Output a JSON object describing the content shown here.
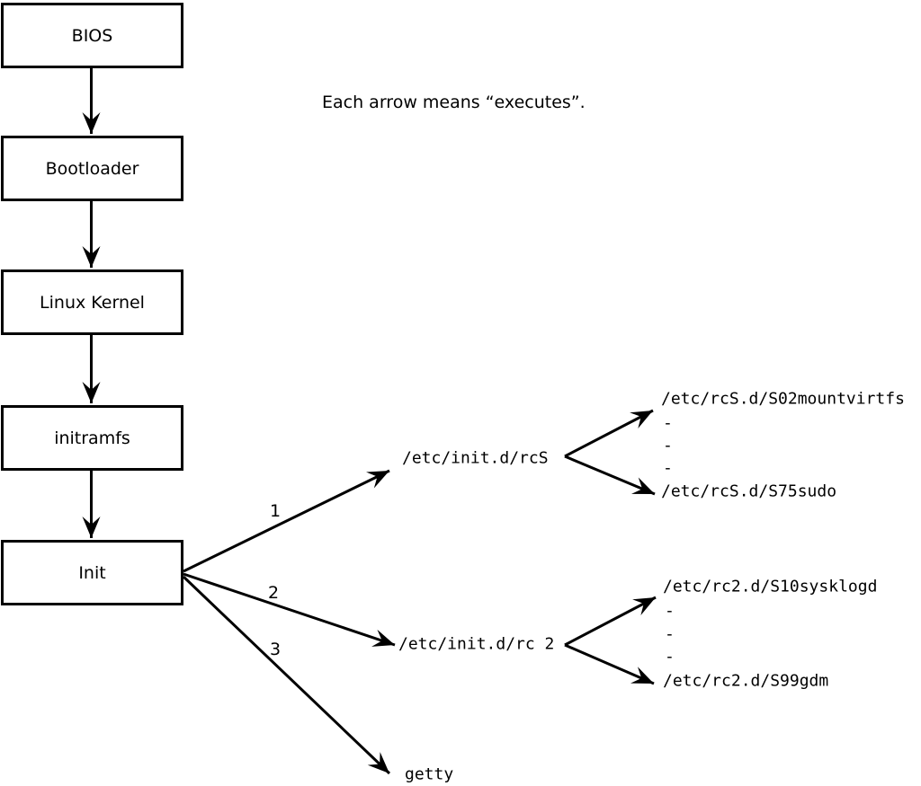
{
  "note": "Each arrow means “executes”.",
  "diagram": {
    "boxes": [
      "BIOS",
      "Bootloader",
      "Linux Kernel",
      "initramfs",
      "Init"
    ],
    "branch_labels": [
      "1",
      "2",
      "3"
    ],
    "targets": {
      "rcs": "/etc/init.d/rcS",
      "rc2": "/etc/init.d/rc 2",
      "getty": "getty"
    },
    "rcs_children": {
      "first": "/etc/rcS.d/S02mountvirtfs",
      "dashes": [
        "-",
        "-",
        "-"
      ],
      "last": "/etc/rcS.d/S75sudo"
    },
    "rc2_children": {
      "first": "/etc/rc2.d/S10sysklogd",
      "dashes": [
        "-",
        "-",
        "-"
      ],
      "last": "/etc/rc2.d/S99gdm"
    }
  },
  "colors": {
    "line": "#000000",
    "background": "#ffffff"
  }
}
